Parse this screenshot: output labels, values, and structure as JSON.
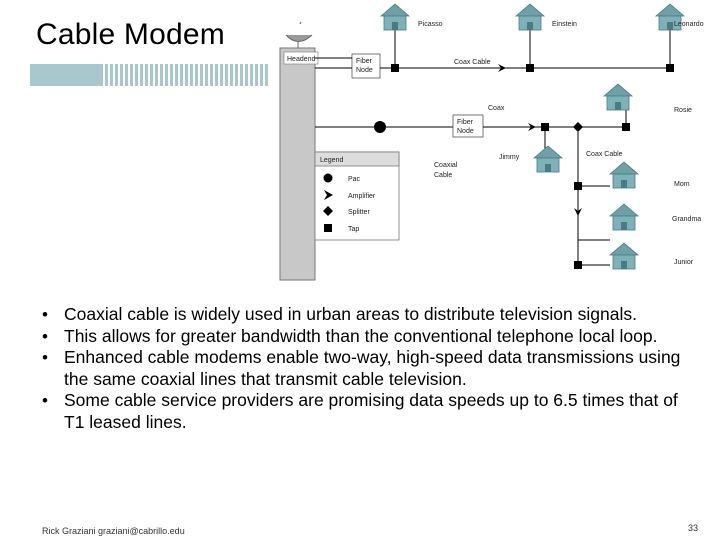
{
  "slide": {
    "title": "Cable Modem",
    "footer_left": "Rick Graziani graziani@cabrillo.edu",
    "page_number": "33"
  },
  "diagram": {
    "headend": "Headend",
    "fiber_node_1": [
      "Fiber",
      "Node"
    ],
    "fiber_node_2": [
      "Fiber",
      "Node"
    ],
    "coax_cable_top": "Coax Cable",
    "coax_label": "Coax",
    "coax_cable_right": "Coax Cable",
    "coaxial_cable": [
      "Coaxial",
      "Cable"
    ],
    "houses": [
      "Picasso",
      "Einstein",
      "Leonardo",
      "Rosie",
      "Jimmy",
      "Mom",
      "Grandma",
      "Junior"
    ],
    "legend": {
      "title": "Legend",
      "items": [
        "Pac",
        "Amplifier",
        "Splitter",
        "Tap"
      ]
    }
  },
  "bullets": [
    "Coaxial cable is widely used in urban areas to distribute television signals.",
    "This allows for greater bandwidth than the conventional telephone local loop.",
    "Enhanced cable modems enable two-way, high-speed data transmissions using the same coaxial lines that transmit cable television.",
    "Some cable service providers are promising data speeds up to 6.5 times that of T1 leased lines."
  ]
}
